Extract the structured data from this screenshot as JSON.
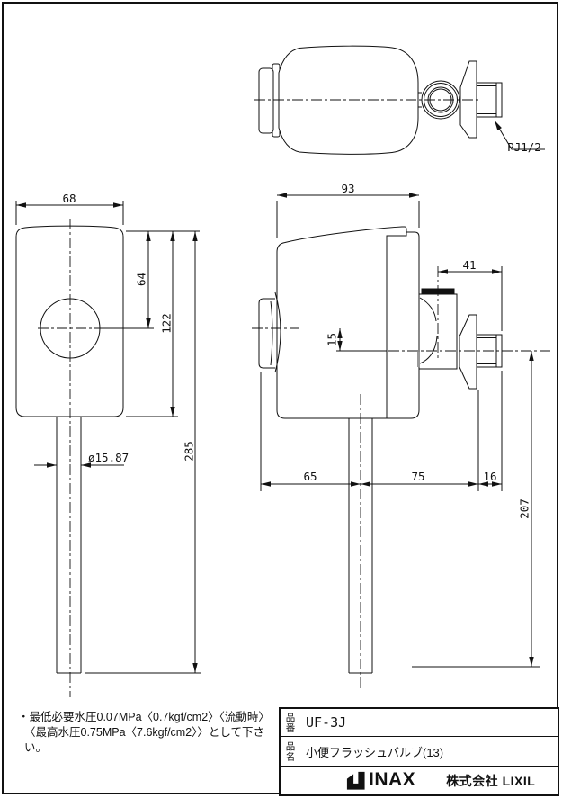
{
  "labels": {
    "pj": "PJ1/2",
    "d93": "93",
    "d68": "68",
    "d64": "64",
    "d122": "122",
    "d285": "285",
    "dia": "ø15.87",
    "d15": "15",
    "d41": "41",
    "d65": "65",
    "d75": "75",
    "d16": "16",
    "d207": "207"
  },
  "notes": {
    "line1": "・最低必要水圧0.07MPa〈0.7kgf/cm2〉〈流動時〉",
    "line2": "〈最高水圧0.75MPa〈7.6kgf/cm2〉〉として下さい。"
  },
  "title_block": {
    "part_no_label": "品番",
    "part_no": "UF-3J",
    "part_name_label": "品名",
    "part_name": "小便フラッシュバルブ(13)",
    "brand": "INAX",
    "company": "株式会社 LIXIL"
  }
}
